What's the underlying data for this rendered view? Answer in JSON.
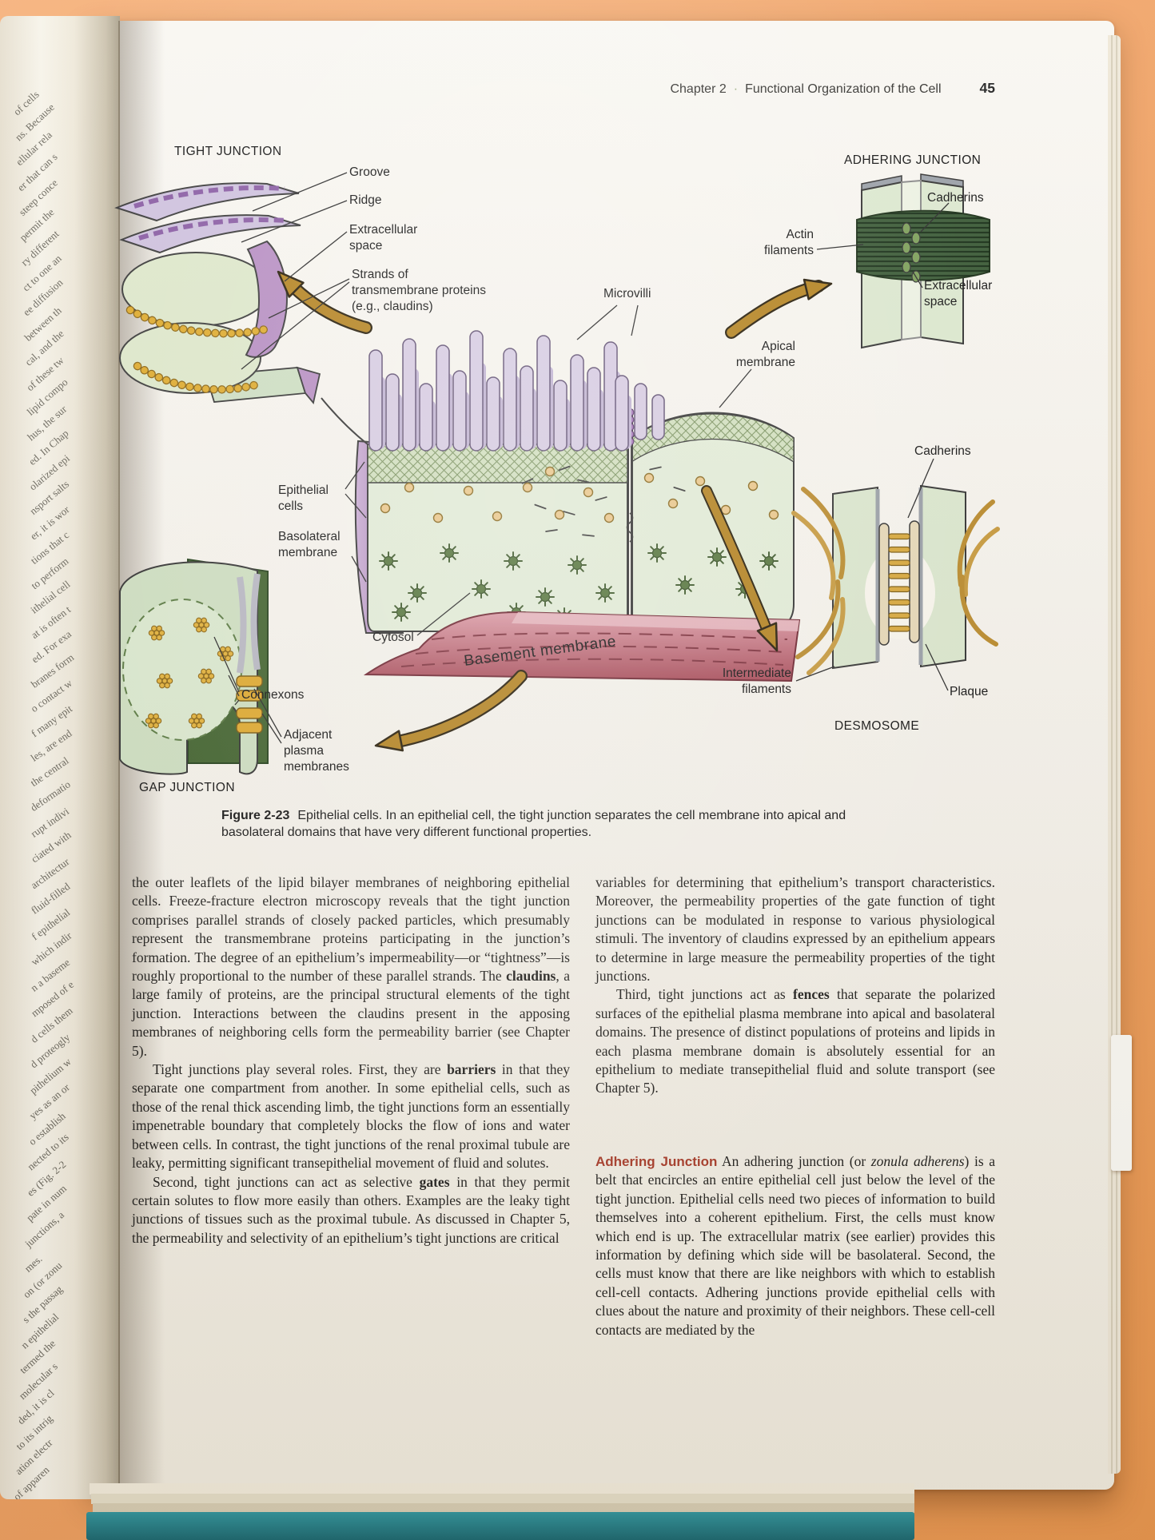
{
  "page": {
    "header": {
      "chapter": "Chapter 2",
      "separator": "·",
      "title": "Functional Organization of the Cell",
      "page_number": "45"
    },
    "figure": {
      "headings": {
        "tight": "TIGHT JUNCTION",
        "adhering": "ADH ERING JUNCTION",
        "gap": "GAP JUNCTION",
        "desmosome": "DESMOSOME"
      },
      "labels": {
        "groove": "Groove",
        "ridge": "Ridge",
        "extracellular_tj": "Extracellular space",
        "strands": "Strands of transmembrane proteins (e.g., claudins)",
        "actin": "Actin filaments",
        "cadherins_aj": "Cadherins",
        "extracellular_aj": "Extracellular space",
        "microvilli": "Microvilli",
        "apical": "Apical membrane",
        "epithelial": "Epithelial cells",
        "basolateral": "Basolateral membrane",
        "cytosol": "Cytosol",
        "basement": "Basement membrane",
        "connexons": "Connexons",
        "adjacent": "Adjacent plasma membranes",
        "cadherins_d": "Cadherins",
        "intermediate": "Intermediate filaments",
        "plaque": "Plaque"
      },
      "caption_label": "Figure 2-23",
      "caption_text": "Epithelial cells. In an epithelial cell, the tight junction separates the cell membrane into apical and basolateral domains that have very different functional properties."
    },
    "columns": {
      "left": [
        {
          "indent": false,
          "segments": [
            {
              "t": "the outer leaflets of the lipid bilayer membranes of neighboring epithelial cells. Freeze-fracture electron microscopy reveals that the tight junction comprises parallel strands of closely packed particles, which presumably represent the transmembrane proteins participating in the junction’s formation. The degree of an epithelium’s impermeability—or “tightness”—is roughly proportional to the number of these parallel strands. The "
            },
            {
              "t": "claudins",
              "s": "b"
            },
            {
              "t": ", a large family of proteins, are the principal structural elements of the tight junction. Interactions between the claudins present in the apposing membranes of neighboring cells form the permeability barrier (see Chapter 5)."
            }
          ]
        },
        {
          "indent": true,
          "segments": [
            {
              "t": "Tight junctions play several roles. First, they are "
            },
            {
              "t": "barriers",
              "s": "b"
            },
            {
              "t": " in that they separate one compartment from another. In some epithelial cells, such as those of the renal thick ascending limb, the tight junctions form an essentially impenetrable boundary that completely blocks the flow of ions and water between cells. In contrast, the tight junctions of the renal proximal tubule are leaky, permitting significant transepithelial movement of fluid and solutes."
            }
          ]
        },
        {
          "indent": true,
          "segments": [
            {
              "t": "Second, tight junctions can act as selective "
            },
            {
              "t": "gates",
              "s": "b"
            },
            {
              "t": " in that they permit certain solutes to flow more easily than others. Examples are the leaky tight junctions of tissues such as the proximal tubule. As discussed in Chapter 5, the permeability and selectivity of an epithelium’s tight junctions are critical"
            }
          ]
        }
      ],
      "right": [
        {
          "indent": false,
          "segments": [
            {
              "t": "variables for determining that epithelium’s transport characteristics. Moreover, the permeability properties of the gate function of tight junctions can be modulated in response to various physiological stimuli. The inventory of claudins expressed by an epithelium appears to determine in large measure the permeability properties of the tight junctions."
            }
          ]
        },
        {
          "indent": true,
          "segments": [
            {
              "t": "Third, tight junctions act as "
            },
            {
              "t": "fences",
              "s": "b"
            },
            {
              "t": " that separate the polarized surfaces of the epithelial plasma membrane into apical and basolateral domains. The presence of distinct populations of proteins and lipids in each plasma membrane domain is absolutely essential for an epithelium to mediate transepithelial fluid and solute transport (see Chapter 5)."
            }
          ]
        },
        {
          "indent": false,
          "section_break": true,
          "segments": [
            {
              "t": "Adhering Junction",
              "s": "hb"
            },
            {
              "t": "   An adhering junction (or "
            },
            {
              "t": "zonula adherens",
              "s": "i"
            },
            {
              "t": ") is a belt that encircles an entire epithelial cell just below the level of the tight junction. Epithelial cells need two pieces of information to build themselves into a coherent epithelium. First, the cells must know which end is up. The extracellular matrix (see earlier) provides this information by defining which side will be basolateral. Second, the cells must know that there are like neighbors with which to establish cell-cell contacts. Adhering junctions provide epithelial cells with clues about the nature and proximity of their neighbors. These cell-cell contacts are mediated by the"
            }
          ]
        }
      ]
    },
    "spine_fragments": [
      "of cells",
      "ns. Because",
      "ellular rela",
      "er that can s",
      "steep conce",
      "permit the",
      "ry different",
      "ct to one an",
      "ee diffusion",
      "between th",
      "cal, and the",
      "of these tw",
      "lipid compo",
      "hus, the sur",
      "ed. In Chap",
      "olarized epi",
      "nsport salts",
      "er, it is wor",
      "tions that c",
      "to perform",
      "ithelial cell",
      "at is often t",
      "ed. For exa",
      "branes form",
      "o contact w",
      "f many epit",
      "les, are end",
      "the central",
      "deformatio",
      "rupt indivi",
      "ciated with",
      "architectur",
      "fluid-filled",
      "f epithelial",
      "which indir",
      "n a baseme",
      "mposed of e",
      "d cells them",
      "d proteogly",
      "pithelium w",
      "yes as an or",
      "o establish",
      "nected to its",
      "es (Fig. 2-2",
      "pate in num",
      "junctions, a",
      "mes.",
      "on (or zonu",
      "s the passag",
      "n epithelial",
      "termed the",
      "molecular s",
      "ded, it is cl",
      "to its intrig",
      "ation electr",
      "of apparen"
    ]
  },
  "colors": {
    "background_orange": "#f0a468",
    "page": "#f6f3ec",
    "teal_book_edge": "#2b8a92",
    "arrow_brown": "#b5831f",
    "heading_red": "#a93c2a",
    "cell_green": "#e4eed9",
    "membrane_purple": "#b88fc4",
    "connexon_gold": "#e3b23a",
    "basement_pink": "#c76a76"
  }
}
